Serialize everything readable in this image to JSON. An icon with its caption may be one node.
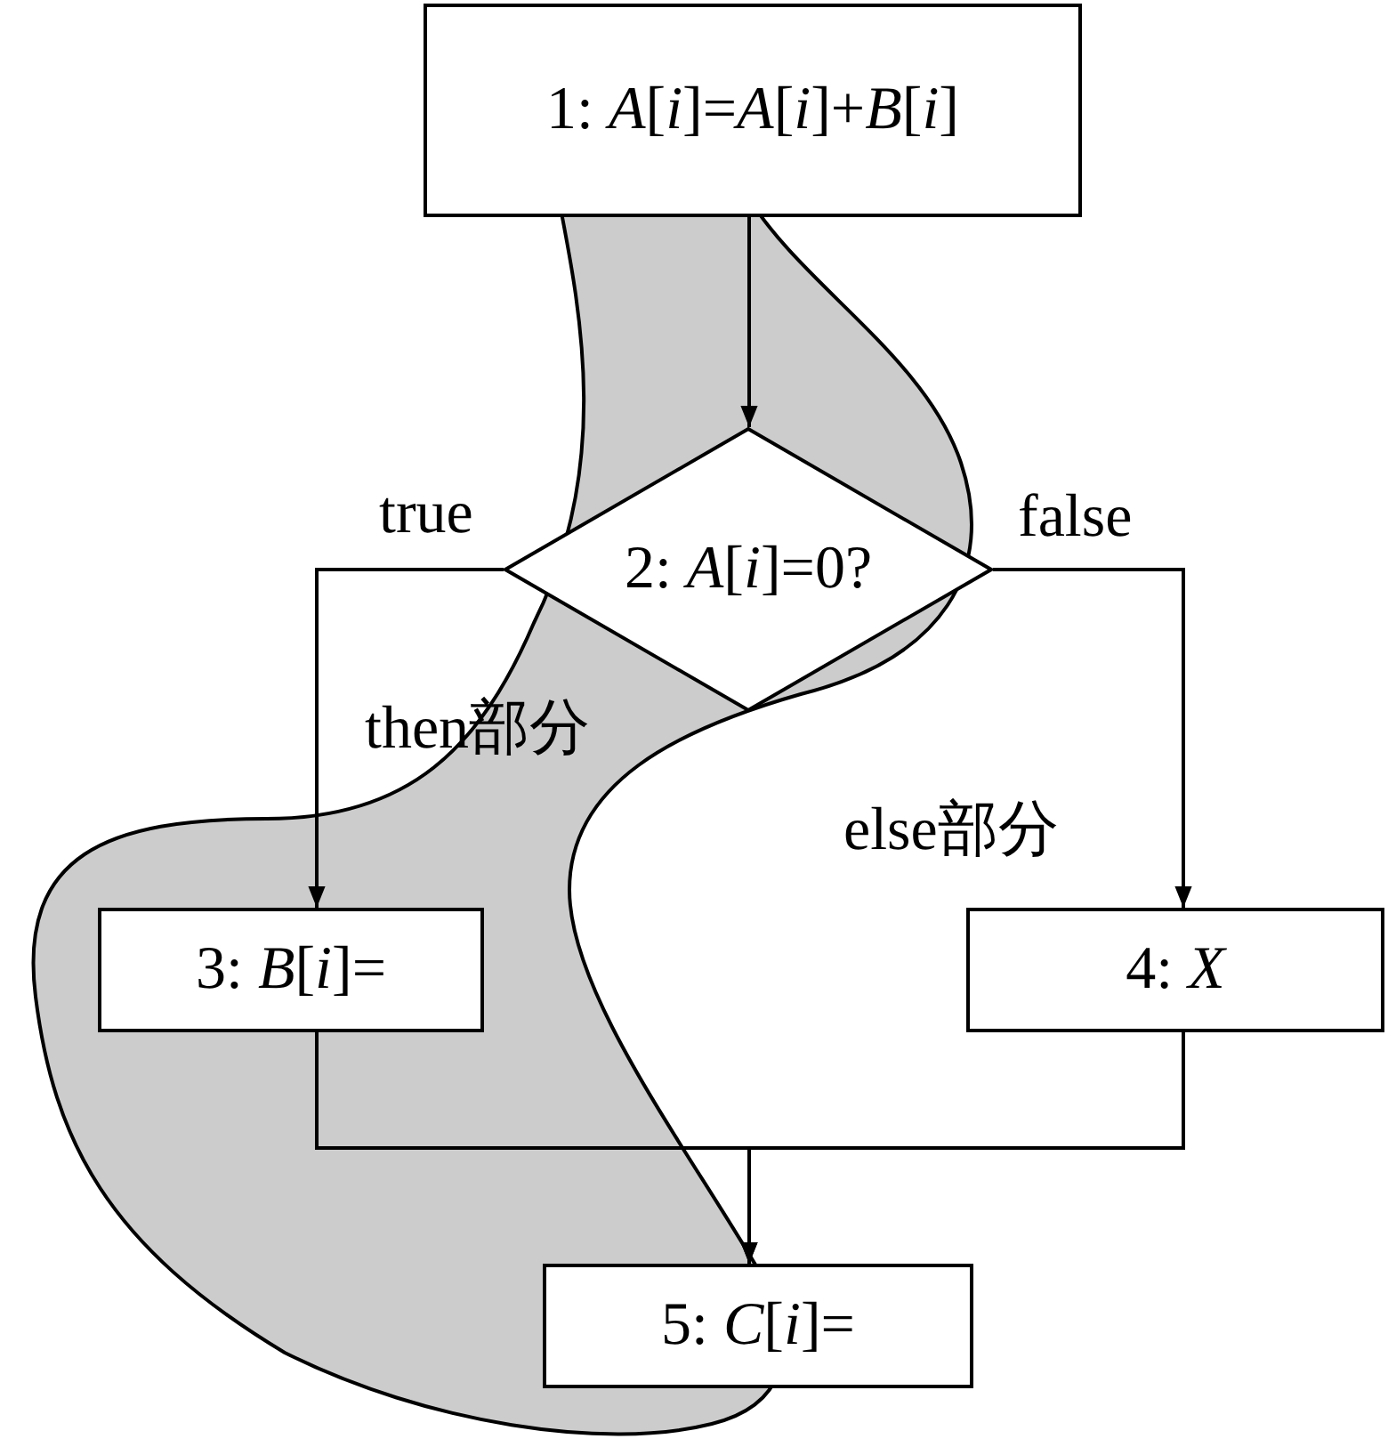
{
  "diagram": {
    "nodes": [
      {
        "text": [
          "1: *A*[*i*]=*A*[*i*]+*B*[*i*]"
        ]
      },
      {
        "text": [
          "2: *A*[*i*]=0?"
        ]
      },
      {
        "text": [
          "3: *B*[*i*]="
        ]
      },
      {
        "text": [
          "4: *X*"
        ]
      },
      {
        "text": [
          "5: *C*[*i*]="
        ]
      }
    ],
    "edges": [
      {
        "from": 0,
        "to": 1,
        "arrow": "to"
      },
      {
        "from": 1,
        "to": 2,
        "arrow": "to",
        "label": "true"
      },
      {
        "from": 1,
        "to": 3,
        "arrow": "to",
        "label": "false"
      },
      {
        "from": 2,
        "to": 4,
        "arrow": "to"
      },
      {
        "from": 3,
        "to": 4,
        "arrow": "to"
      }
    ],
    "labels": [
      "then部分",
      "else部分"
    ]
  }
}
